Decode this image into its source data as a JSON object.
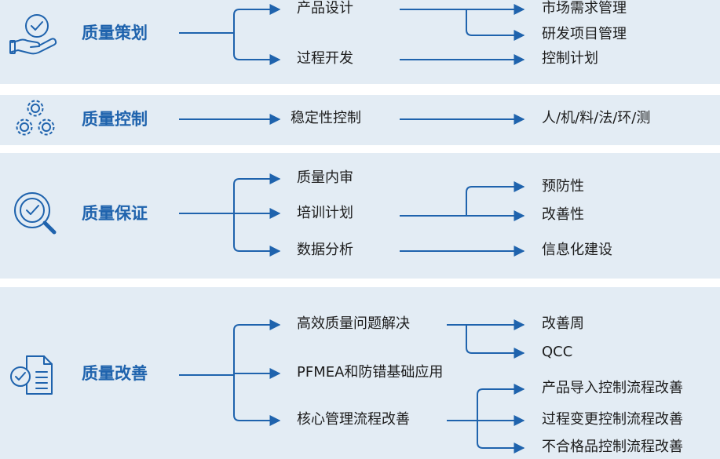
{
  "sections": [
    {
      "title": "质量策划",
      "icon": "hand-check-icon",
      "items": [
        {
          "label": "产品设计",
          "children": [
            "市场需求管理",
            "研发项目管理"
          ]
        },
        {
          "label": "过程开发",
          "children": [
            "控制计划"
          ]
        }
      ]
    },
    {
      "title": "质量控制",
      "icon": "gears-icon",
      "items": [
        {
          "label": "稳定性控制",
          "children": [
            "人/机/料/法/环/测"
          ]
        }
      ]
    },
    {
      "title": "质量保证",
      "icon": "magnifier-check-icon",
      "items": [
        {
          "label": "质量内审",
          "children": []
        },
        {
          "label": "培训计划",
          "children": []
        },
        {
          "label": "数据分析",
          "children": []
        }
      ],
      "shared_children": [
        "预防性",
        "改善性",
        "信息化建设"
      ]
    },
    {
      "title": "质量改善",
      "icon": "document-check-icon",
      "items": [
        {
          "label": "高效质量问题解决",
          "children": [
            "改善周",
            "QCC"
          ]
        },
        {
          "label": "PFMEA和防错基础应用",
          "children": []
        },
        {
          "label": "核心管理流程改善",
          "children": [
            "产品导入控制流程改善",
            "过程变更控制流程改善",
            "不合格品控制流程改善"
          ]
        }
      ]
    }
  ],
  "colors": {
    "band": "#e3ecf4",
    "accent": "#1f63ad",
    "line": "#1f63ad",
    "text": "#1c1c1c"
  }
}
